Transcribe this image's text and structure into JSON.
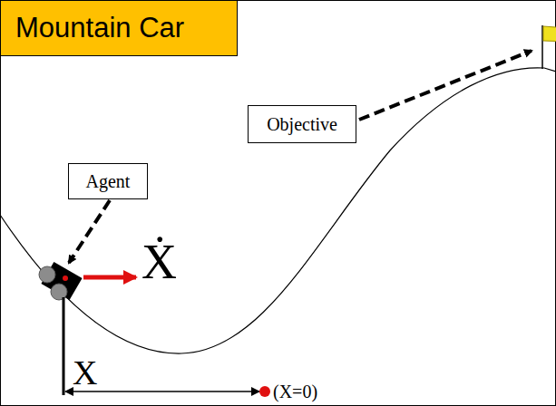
{
  "diagram": {
    "title": "Mountain Car",
    "nodes": [
      {
        "text": [
          "Objective"
        ]
      },
      {
        "text": [
          "Agent"
        ]
      }
    ],
    "labels": [
      "Ẋ",
      "X",
      "(X=0)"
    ]
  }
}
